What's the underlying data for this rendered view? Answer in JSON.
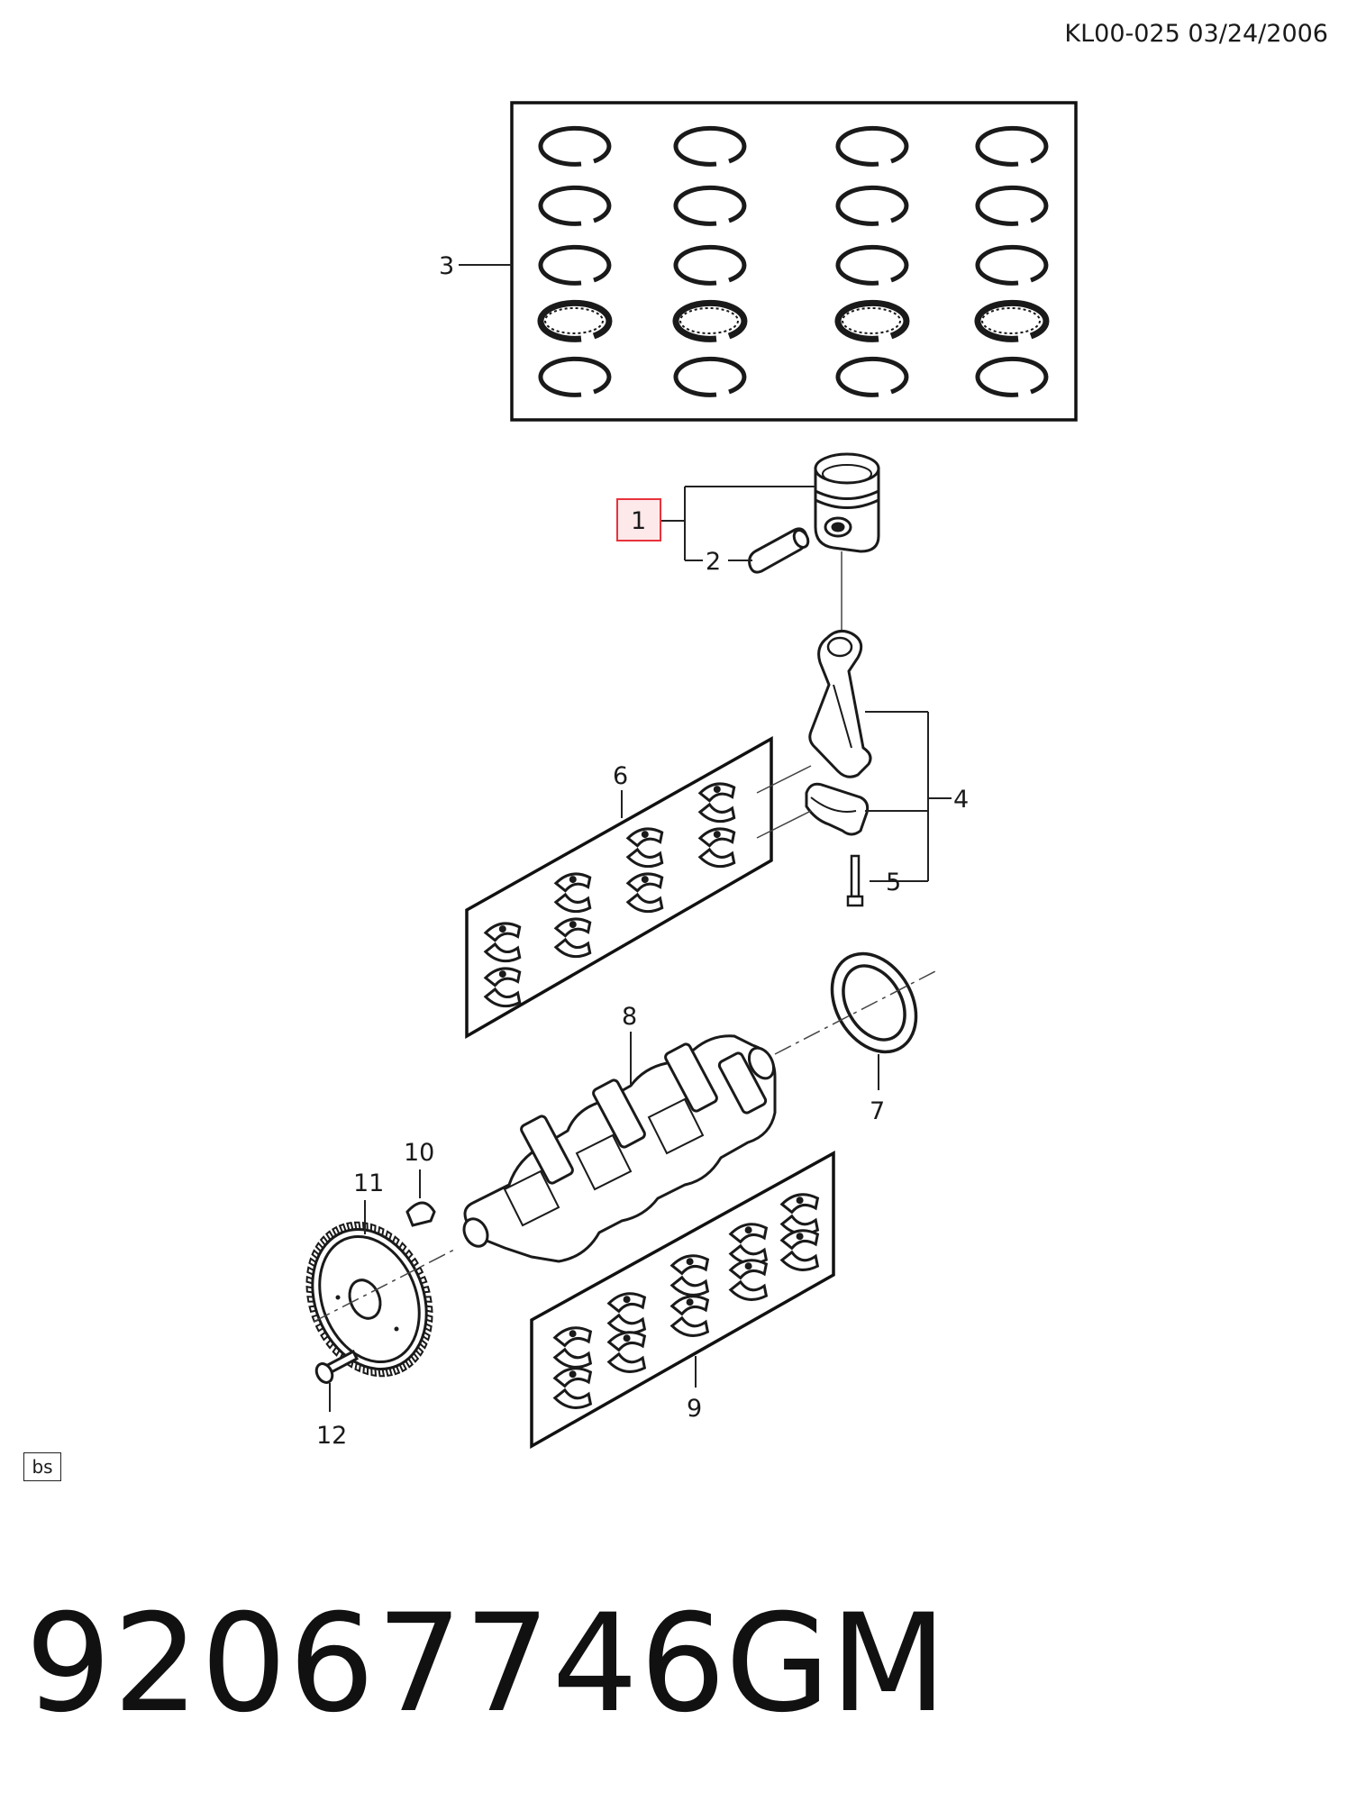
{
  "header": {
    "doc_code": "KL00-025 03/24/2006"
  },
  "callouts": {
    "c1": "1",
    "c2": "2",
    "c3": "3",
    "c4": "4",
    "c5": "5",
    "c6": "6",
    "c7": "7",
    "c8": "8",
    "c9": "9",
    "c10": "10",
    "c11": "11",
    "c12": "12"
  },
  "highlight": {
    "callout": "1",
    "color": "#e8323c",
    "fill": "#fde8ea"
  },
  "badge": {
    "label": "bs"
  },
  "footer": {
    "part_number": "92067746",
    "brand": "GM"
  },
  "icons": {
    "rings": "piston-ring-set-icon",
    "piston": "piston-icon",
    "pin": "piston-pin-icon",
    "rod": "connecting-rod-icon",
    "cap": "rod-cap-icon",
    "bolt": "rod-bolt-icon",
    "bearings_rod": "rod-bearing-set-icon",
    "seal": "oil-seal-icon",
    "crank": "crankshaft-icon",
    "key": "woodruff-key-icon",
    "gear": "crank-gear-icon",
    "gear_bolt": "gear-bolt-icon",
    "bearings_main": "main-bearing-set-icon"
  }
}
